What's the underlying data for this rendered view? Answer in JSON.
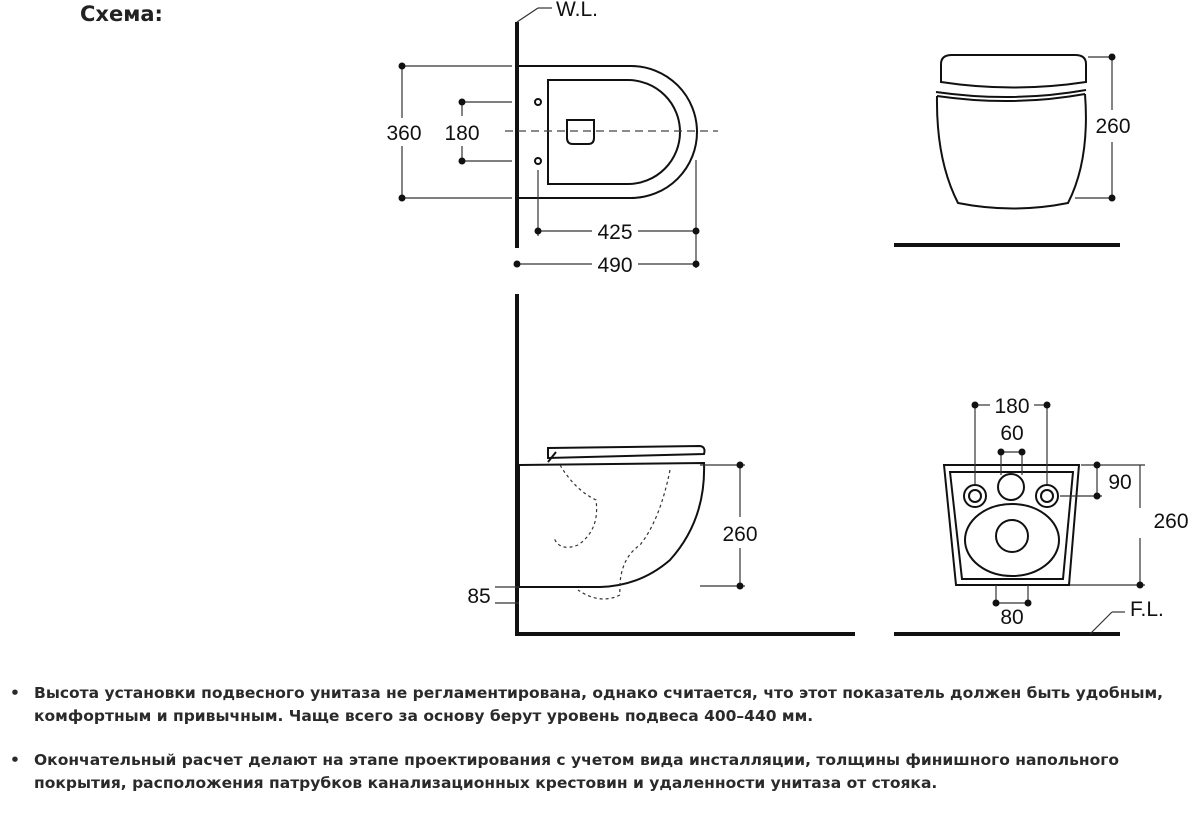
{
  "title": "Схема:",
  "labels": {
    "wall_level": "W.L.",
    "floor_level": "F.L."
  },
  "top_view": {
    "overall_width": "360",
    "mount_spacing": "180",
    "bowl_length": "425",
    "overall_length": "490"
  },
  "front_view": {
    "height": "260"
  },
  "side_view": {
    "height": "260",
    "bottom_gap": "85"
  },
  "rear_view": {
    "bolt_spacing": "180",
    "inlet_spacing": "60",
    "inlet_offset": "90",
    "height": "260",
    "outlet_diameter": "80"
  },
  "notes": [
    "Высота установки подвесного унитаза не регламентирована, однако считается, что этот показатель должен быть удобным, комфортным и привычным. Чаще всего за основу берут уровень подвеса 400–440 мм.",
    "Окончательный расчет делают на этапе проектирования с учетом вида инсталляции, толщины финишного напольного покрытия, расположения патрубков канализационных крестовин и удаленности унитаза от стояка."
  ],
  "bullet_char": "•"
}
